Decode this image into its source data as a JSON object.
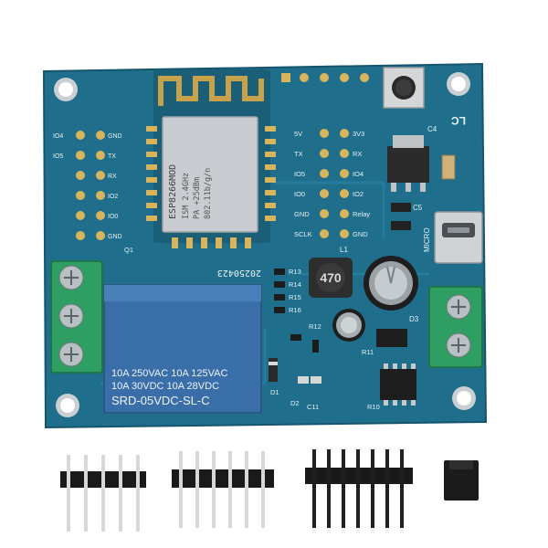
{
  "board": {
    "module_label": "ESP8266MOD",
    "module_lines": [
      "ISM 2.4GHz",
      "PA +25dBm",
      "802.11b/g/n"
    ],
    "date_code": "20250423",
    "inductor_value": "470",
    "micro_label": "MICRO",
    "corner_label": "LC",
    "relay": {
      "line1": "10A 250VAC  10A 125VAC",
      "line2": "10A  30VDC  10A  28VDC",
      "model": "SRD-05VDC-SL-C"
    },
    "header_labels_left": [
      "GND",
      "TX",
      "RX",
      "IO2",
      "IO0",
      "GND",
      "IO4",
      "IO5"
    ],
    "header_labels_mid": [
      "5V",
      "TX",
      "IO5",
      "IO0",
      "GND",
      "SCLK"
    ],
    "header_labels_right": [
      "3V3",
      "RX",
      "IO4",
      "IO2",
      "Relay",
      "GND"
    ],
    "component_labels": [
      "C4",
      "C5",
      "D3",
      "R13",
      "R14",
      "R15",
      "R16",
      "R12",
      "L1",
      "R11",
      "R10",
      "C11",
      "D2",
      "D1",
      "Q1"
    ]
  },
  "colors": {
    "pcb": "#1f6e8c",
    "pcb_dark": "#175a73",
    "terminal": "#2e9e62",
    "relay": "#3a6ea8",
    "silk": "#e8f1f4",
    "module_shield": "#c9ccd0",
    "antenna": "#c8a24a"
  }
}
